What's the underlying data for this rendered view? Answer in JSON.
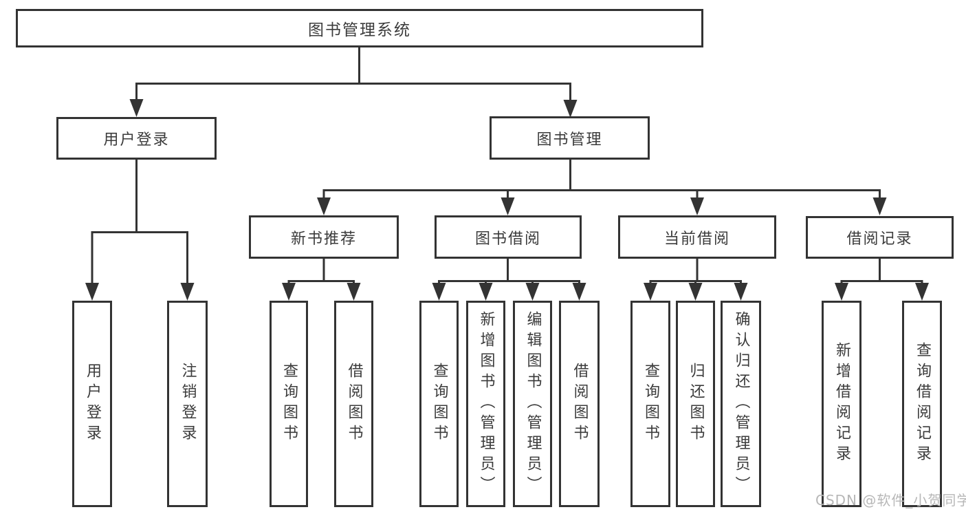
{
  "diagram": {
    "title": "图书管理系统",
    "branches": {
      "user_login": {
        "label": "用户登录",
        "children": {
          "login": "用户登录",
          "logout": "注销登录"
        }
      },
      "book_mgmt": {
        "label": "图书管理",
        "sections": {
          "new_book": {
            "label": "新书推荐",
            "children": {
              "query": "查询图书",
              "borrow": "借阅图书"
            }
          },
          "borrowing": {
            "label": "图书借阅",
            "children": {
              "query": "查询图书",
              "add": "新增图书（管理员）",
              "edit": "编辑图书（管理员）",
              "borrow": "借阅图书"
            }
          },
          "current": {
            "label": "当前借阅",
            "children": {
              "query": "查询图书",
              "return": "归还图书",
              "confirm": "确认归还（管理员）"
            }
          },
          "records": {
            "label": "借阅记录",
            "children": {
              "add": "新增借阅记录",
              "query": "查询借阅记录"
            }
          }
        }
      }
    },
    "colors": {
      "line": "#333333",
      "text": "#3b3b3b",
      "node_background": "#ffffff",
      "watermark": "#b7b7b7"
    }
  },
  "watermark": {
    "text": "CSDN @软件_小贺同学"
  }
}
